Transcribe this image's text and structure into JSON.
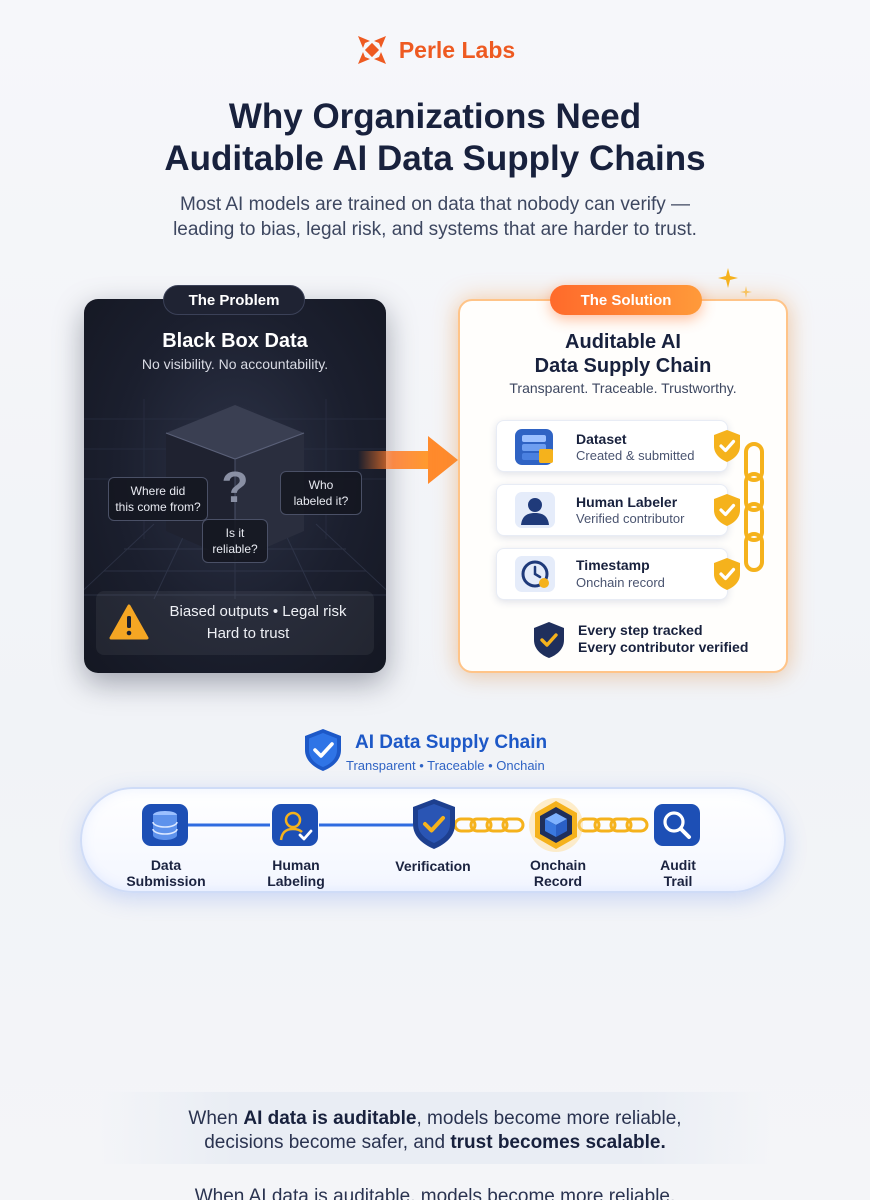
{
  "brand": {
    "name": "Perle Labs"
  },
  "header": {
    "title_line1": "Why Organizations Need",
    "title_line2": "Auditable AI Data Supply Chains",
    "subtitle_line1": "Most AI models are trained on data that nobody can verify —",
    "subtitle_line2": "leading to bias, legal risk, and systems that are harder to trust."
  },
  "problem": {
    "pill": "The Problem",
    "title": "Black Box Data",
    "subtitle": "No visibility. No accountability.",
    "questions": {
      "q1_line1": "Where did",
      "q1_line2": "this come from?",
      "q2_line1": "Who",
      "q2_line2": "labeled it?",
      "q3_line1": "Is it",
      "q3_line2": "reliable?"
    },
    "risk_line1": "Biased outputs  •  Legal risk",
    "risk_line2": "Hard to trust"
  },
  "solution": {
    "pill": "The Solution",
    "title_line1": "Auditable AI",
    "title_line2": "Data Supply Chain",
    "subtitle": "Transparent. Traceable. Trustworthy.",
    "steps": [
      {
        "title": "Dataset",
        "desc": "Created & submitted",
        "icon": "database-icon"
      },
      {
        "title": "Human Labeler",
        "desc": "Verified contributor",
        "icon": "person-icon"
      },
      {
        "title": "Timestamp",
        "desc": "Onchain record",
        "icon": "clock-icon"
      }
    ],
    "tracked_line1": "Every step tracked",
    "tracked_line2": "Every contributor verified"
  },
  "chain": {
    "title": "AI Data Supply Chain",
    "subtitle": "Transparent • Traceable • Onchain",
    "nodes": [
      {
        "line1": "Data",
        "line2": "Submission",
        "icon": "database-icon"
      },
      {
        "line1": "Human",
        "line2": "Labeling",
        "icon": "labeler-icon"
      },
      {
        "line1": "Verification",
        "line2": "",
        "icon": "shield-check-icon"
      },
      {
        "line1": "Onchain",
        "line2": "Record",
        "icon": "cube-icon"
      },
      {
        "line1": "Audit",
        "line2": "Trail",
        "icon": "magnifier-icon"
      }
    ]
  },
  "footer": {
    "p1": "When ",
    "b1": "AI data is auditable",
    "p2": ", models become more reliable,",
    "p3": "decisions become safer, and ",
    "b2": "trust becomes scalable.",
    "ghost": "When AI data is auditable, models become more reliable,"
  },
  "colors": {
    "brand_orange": "#ee5a21",
    "chain_blue": "#1d58c7",
    "gold": "#f5b21c",
    "dark_card": "#1b1f2e"
  }
}
